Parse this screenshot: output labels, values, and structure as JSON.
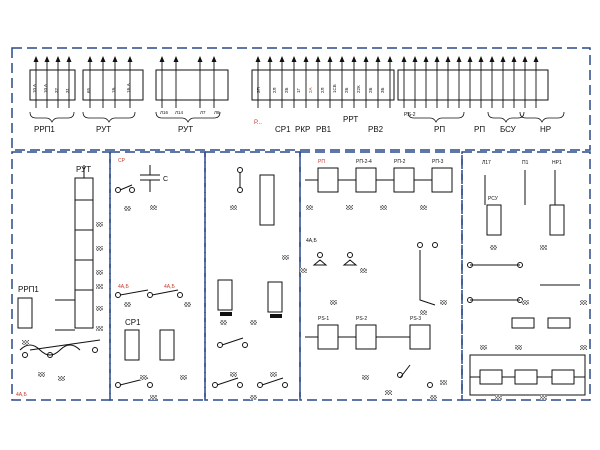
{
  "colors": {
    "frame": "#2a4a8a",
    "line": "#111111",
    "accent": "#c0392b",
    "hatch": "#555555"
  },
  "terminal_groups": [
    {
      "id": "rrp1",
      "label": "РРП1",
      "pins": [
        "10 A",
        "10 A",
        "32",
        "31"
      ]
    },
    {
      "id": "rut-a",
      "label": "РУТ",
      "pins": [
        "65",
        "",
        "1Б",
        "1Б А"
      ]
    },
    {
      "id": "rut-b",
      "label": "РУТ",
      "pins": [
        "",
        "",
        "",
        ""
      ],
      "sub_labels": [
        "Л16",
        "Л14",
        "Л7",
        "Л8"
      ]
    },
    {
      "id": "right-block",
      "label": "РРТ",
      "pins": [
        "3П",
        "2Л",
        "2Б",
        "1Г",
        "2А",
        "2Л",
        "1СБ",
        "2Б",
        "22К",
        "2Б",
        "3Б",
        "3Б"
      ]
    }
  ],
  "right_groups": [
    {
      "label": "РП"
    },
    {
      "label": "РП"
    },
    {
      "label": "БСУ"
    },
    {
      "label": "НР"
    }
  ],
  "mid_labels": [
    "СР1",
    "РКР",
    "РВ1",
    "РВ2"
  ],
  "red_marker": "Р...",
  "rs_label": "Р.S-2",
  "bottom_labels": {
    "rut_block": "РУТ",
    "rrp1_block": "РРП1",
    "cp1_block": "СР1",
    "c_label": "С",
    "cp1_small": "СР",
    "tbs": [
      "4А,Б",
      "4А,Б",
      "4А,Б",
      "4А,Б"
    ],
    "rp_labels": [
      "РП",
      "РП-2-4",
      "РП-2",
      "РП-3"
    ],
    "rs_labels": [
      "РS-1",
      "РS-2",
      "РS-3"
    ],
    "rsu": "РСУ",
    "top_right": [
      "Л17",
      "П1",
      "НР1"
    ]
  }
}
